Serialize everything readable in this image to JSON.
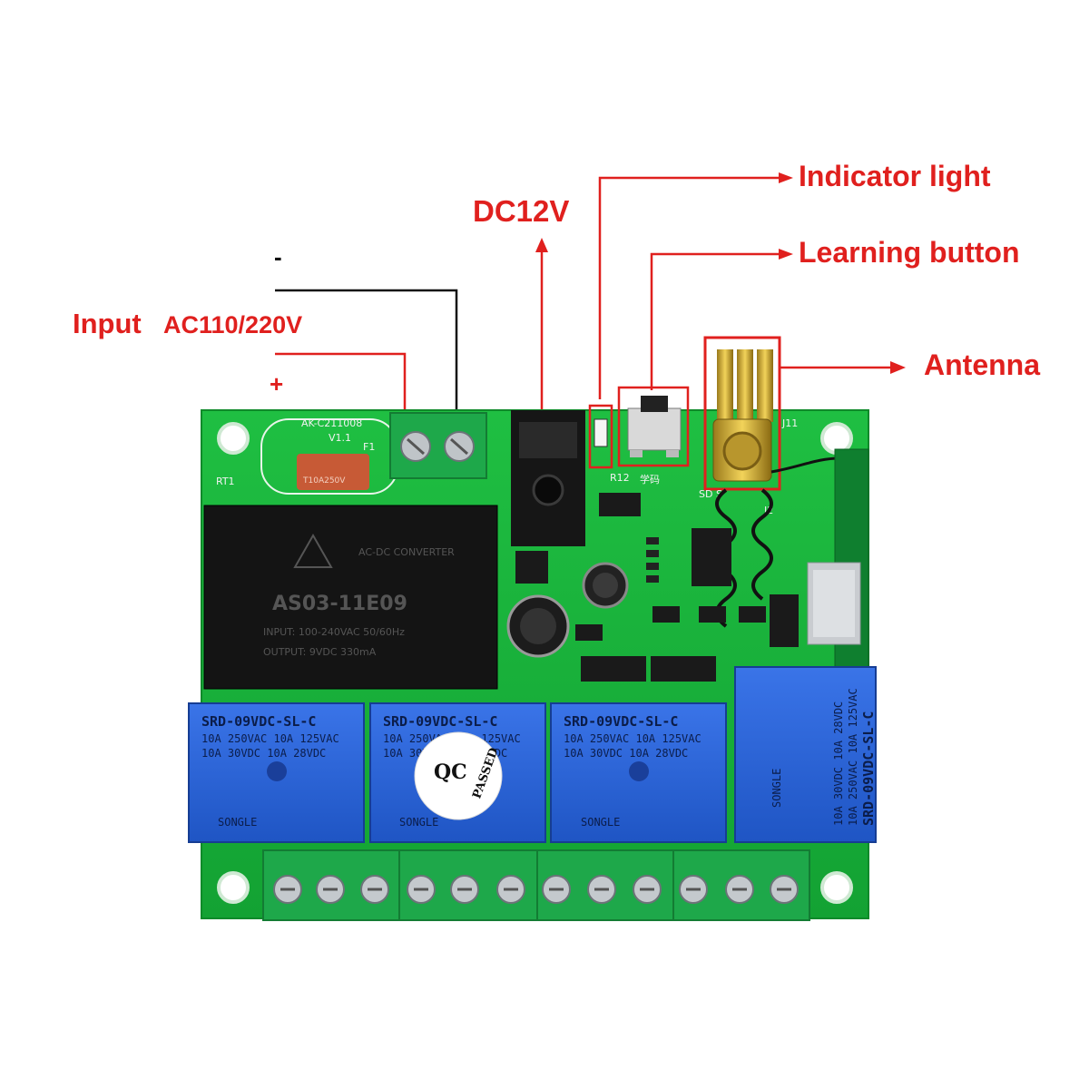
{
  "labels": {
    "minus": "-",
    "input": "Input",
    "input_voltage": "AC110/220V",
    "plus": "+",
    "dc": "DC12V",
    "indicator": "Indicator light",
    "learning": "Learning button",
    "antenna": "Antenna"
  },
  "board": {
    "model": "AK-C211008",
    "version": "V1.1",
    "fuse_label": "F1",
    "rt1": "RT1",
    "fuse_text": "T10A250V",
    "r12": "R12",
    "learn_cn": "学码",
    "j11": "J11",
    "j2": "J2",
    "sd": "SD S"
  },
  "power_module": {
    "brand": "AC-DC CONVERTER",
    "model": "AS03-11E09",
    "input": "INPUT: 100-240VAC 50/60Hz",
    "output": "OUTPUT: 9VDC 330mA"
  },
  "relays": [
    {
      "model": "SRD-09VDC-SL-C",
      "rating1": "10A 250VAC 10A 125VAC",
      "rating2": "10A 30VDC 10A 28VDC",
      "brand": "SONGLE"
    },
    {
      "model": "SRD-09VDC-SL-C",
      "rating1": "10A 250VAC 10A 125VAC",
      "rating2": "10A 30VDC 10A 28VDC",
      "brand": "SONGLE"
    },
    {
      "model": "SRD-09VDC-SL-C",
      "rating1": "10A 250VAC 10A 125VAC",
      "rating2": "10A 30VDC 10A 28VDC",
      "brand": "SONGLE"
    },
    {
      "model": "SRD-09VDC-SL-C",
      "rating1": "10A 250VAC 10A 125VAC",
      "rating2": "10A 30VDC 10A 28VDC",
      "brand": "SONGLE"
    }
  ],
  "qc_sticker": {
    "line1": "QC",
    "line2": "PASSED"
  },
  "colors": {
    "label_red": "#e0201e",
    "pcb_green": "#19b33a",
    "relay_blue": "#2a63d6",
    "terminal_green": "#1ea84a"
  }
}
